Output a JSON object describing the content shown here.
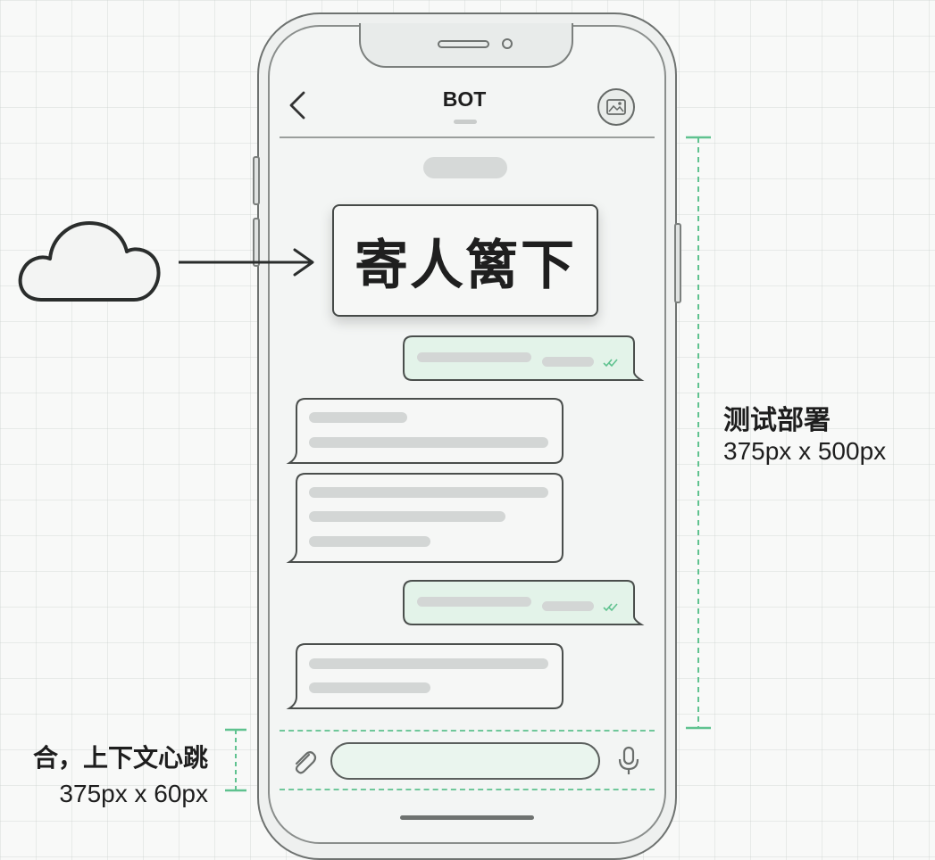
{
  "colors": {
    "accent_green": "#5fc28f",
    "outline": "#4a4e4c",
    "bubble_out_fill": "#e3f3e9",
    "bubble_in_fill": "#f6f7f6",
    "text_placeholder": "#d3d6d5"
  },
  "header": {
    "back_icon": "chevron-left-icon",
    "title": "BOT",
    "avatar_icon": "avatar-icon"
  },
  "main_card": {
    "text": "寄人篱下"
  },
  "annotations": {
    "right": {
      "title": "测试部署",
      "size": "375px x 500px"
    },
    "left": {
      "title": "合，上下文心跳",
      "size": "375px x 60px"
    }
  },
  "input_bar": {
    "attach_icon": "paperclip-icon",
    "mic_icon": "microphone-icon"
  },
  "side_icons": {
    "cloud_icon": "cloud-icon",
    "arrow_icon": "arrow-right-icon"
  }
}
